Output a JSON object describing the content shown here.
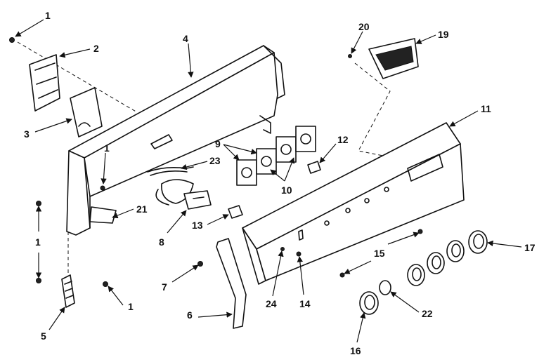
{
  "callouts": [
    "1",
    "2",
    "3",
    "4",
    "1",
    "21",
    "23",
    "8",
    "13",
    "9",
    "10",
    "12",
    "20",
    "19",
    "11",
    "1",
    "5",
    "1",
    "7",
    "6",
    "24",
    "14",
    "15",
    "16",
    "22",
    "17"
  ],
  "colors": {
    "ink": "#111111",
    "paper": "#ffffff"
  }
}
